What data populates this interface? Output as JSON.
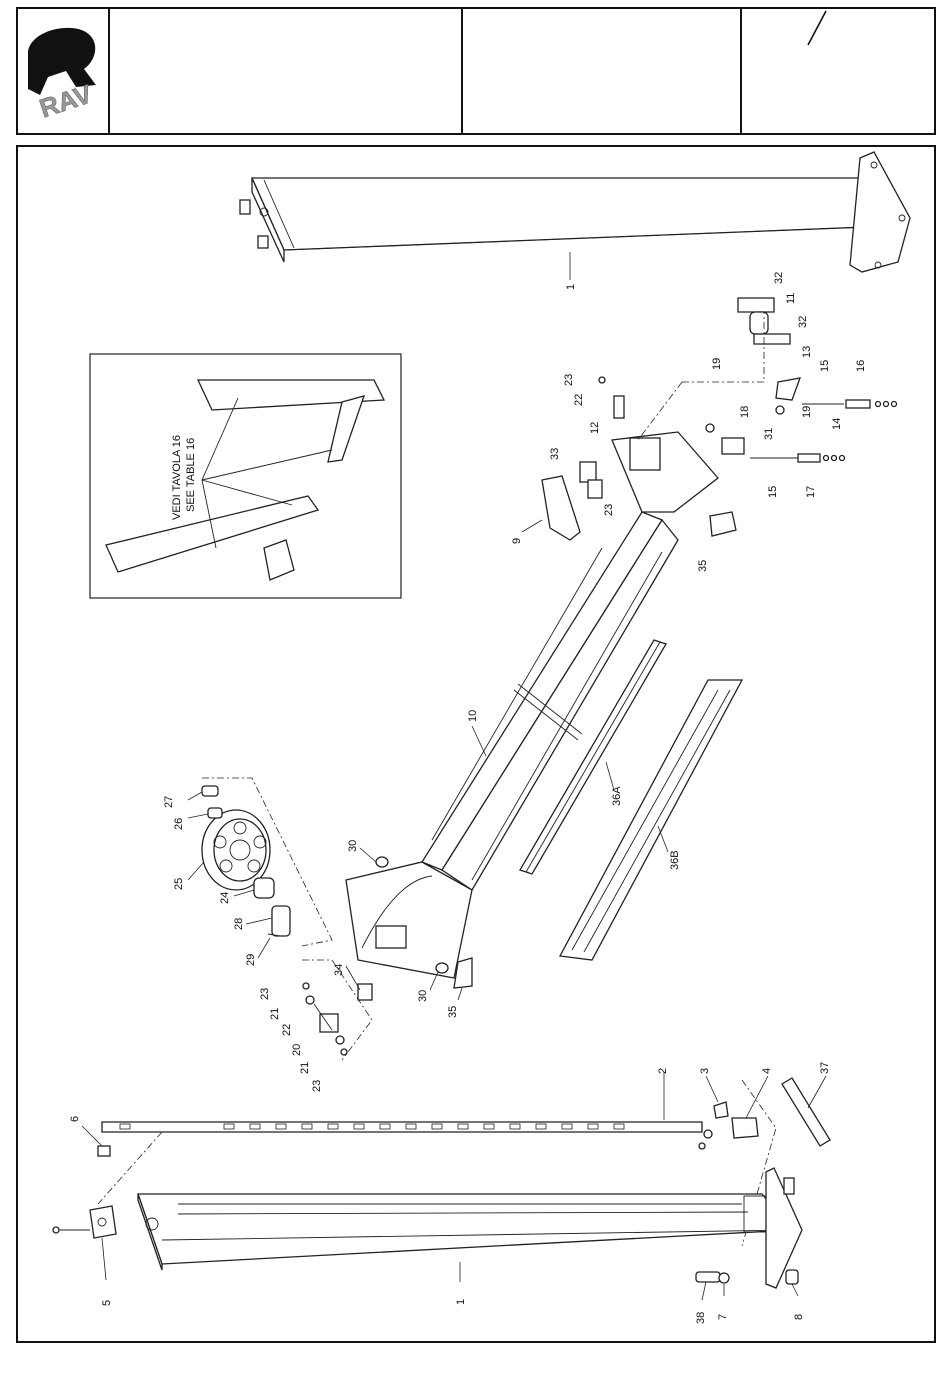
{
  "header": {
    "logo_text": "RAV",
    "revision_mark": "/"
  },
  "inset": {
    "line1": "VEDI TAVOLA 16",
    "line2": "SEE TABLE 16"
  },
  "labels": {
    "p1_top": "1",
    "p1_bottom": "1",
    "p2": "2",
    "p3": "3",
    "p4": "4",
    "p5": "5",
    "p6": "6",
    "p7": "7",
    "p8": "8",
    "p9": "9",
    "p10": "10",
    "p11": "11",
    "p12": "12",
    "p13": "13",
    "p14": "14",
    "p15a": "15",
    "p15b": "15",
    "p16": "16",
    "p17": "17",
    "p18": "18",
    "p19a": "19",
    "p19b": "19",
    "p20": "20",
    "p21a": "21",
    "p21b": "21",
    "p22a": "22",
    "p22b": "22",
    "p23a": "23",
    "p23b": "23",
    "p23c": "23",
    "p23d": "23",
    "p24": "24",
    "p25": "25",
    "p26": "26",
    "p27": "27",
    "p28": "28",
    "p29": "29",
    "p30a": "30",
    "p30b": "30",
    "p31": "31",
    "p32a": "32",
    "p32b": "32",
    "p33": "33",
    "p34": "34",
    "p35a": "35",
    "p35b": "35",
    "p36A": "36A",
    "p36B": "36B",
    "p37": "37",
    "p38": "38"
  }
}
